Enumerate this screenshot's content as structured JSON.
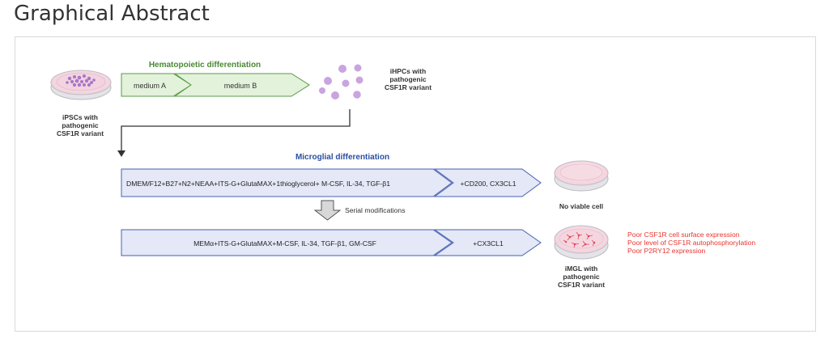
{
  "page": {
    "title": "Graphical Abstract"
  },
  "hematopoietic": {
    "heading": "Hematopoietic differentiation",
    "step_a": "medium A",
    "step_b": "medium B"
  },
  "ipsc_label": [
    "iPSCs with",
    "pathogenic",
    "CSF1R variant"
  ],
  "ihpc_label": [
    "iHPCs with",
    "pathogenic",
    "CSF1R variant"
  ],
  "microglial": {
    "heading": "Microglial differentiation",
    "protocol1_main": "DMEM/F12+B27+N2+NEAA+ITS-G+GlutaMAX+1thioglycerol+ M-CSF, IL-34, TGF-β1",
    "protocol1_end": "+CD200, CX3CL1",
    "modification_label": "Serial modifications",
    "protocol2_main": "MEMα+ITS-G+GlutaMAX+M-CSF, IL-34, TGF-β1, GM-CSF",
    "protocol2_end": "+CX3CL1"
  },
  "no_viable_label": "No viable cell",
  "imgl_label": [
    "iMGL with",
    "pathogenic",
    "CSF1R variant"
  ],
  "findings": [
    "Poor CSF1R cell surface expression",
    "Poor level of CSF1R autophosphorylation",
    "Poor P2RY12 expression"
  ],
  "colors": {
    "green_text": "#4a8a35",
    "green_fill": "#e3f2da",
    "green_stroke": "#5a9b46",
    "blue_text": "#2b4fa2",
    "blue_fill": "#e4e8f7",
    "blue_stroke": "#4660b0",
    "red_text": "#e8352f",
    "dish_fill": "#f6dbe3",
    "dots": "#c9a4df"
  }
}
